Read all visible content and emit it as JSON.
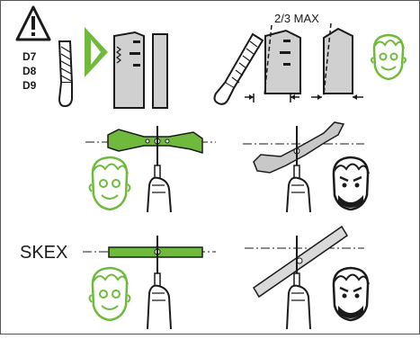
{
  "warning": {
    "icon": "warning-triangle-icon",
    "codes": [
      "D7",
      "D8",
      "D9"
    ]
  },
  "sharpen": {
    "max_label": "2/3 MAX"
  },
  "blade_type_label": "SKEX",
  "colors": {
    "accent_green": "#6fba3c",
    "line": "#1a1a1a",
    "blade_grey": "#c8c8c8",
    "wrong_blade_grey": "#d9d9d9"
  },
  "icons": {
    "file_tool": "file-icon",
    "next_arrow": "play-arrow-icon",
    "happy_face": "happy-face-icon",
    "angry_face": "angry-face-icon",
    "balance_hand": "hand-on-screwdriver-icon"
  }
}
